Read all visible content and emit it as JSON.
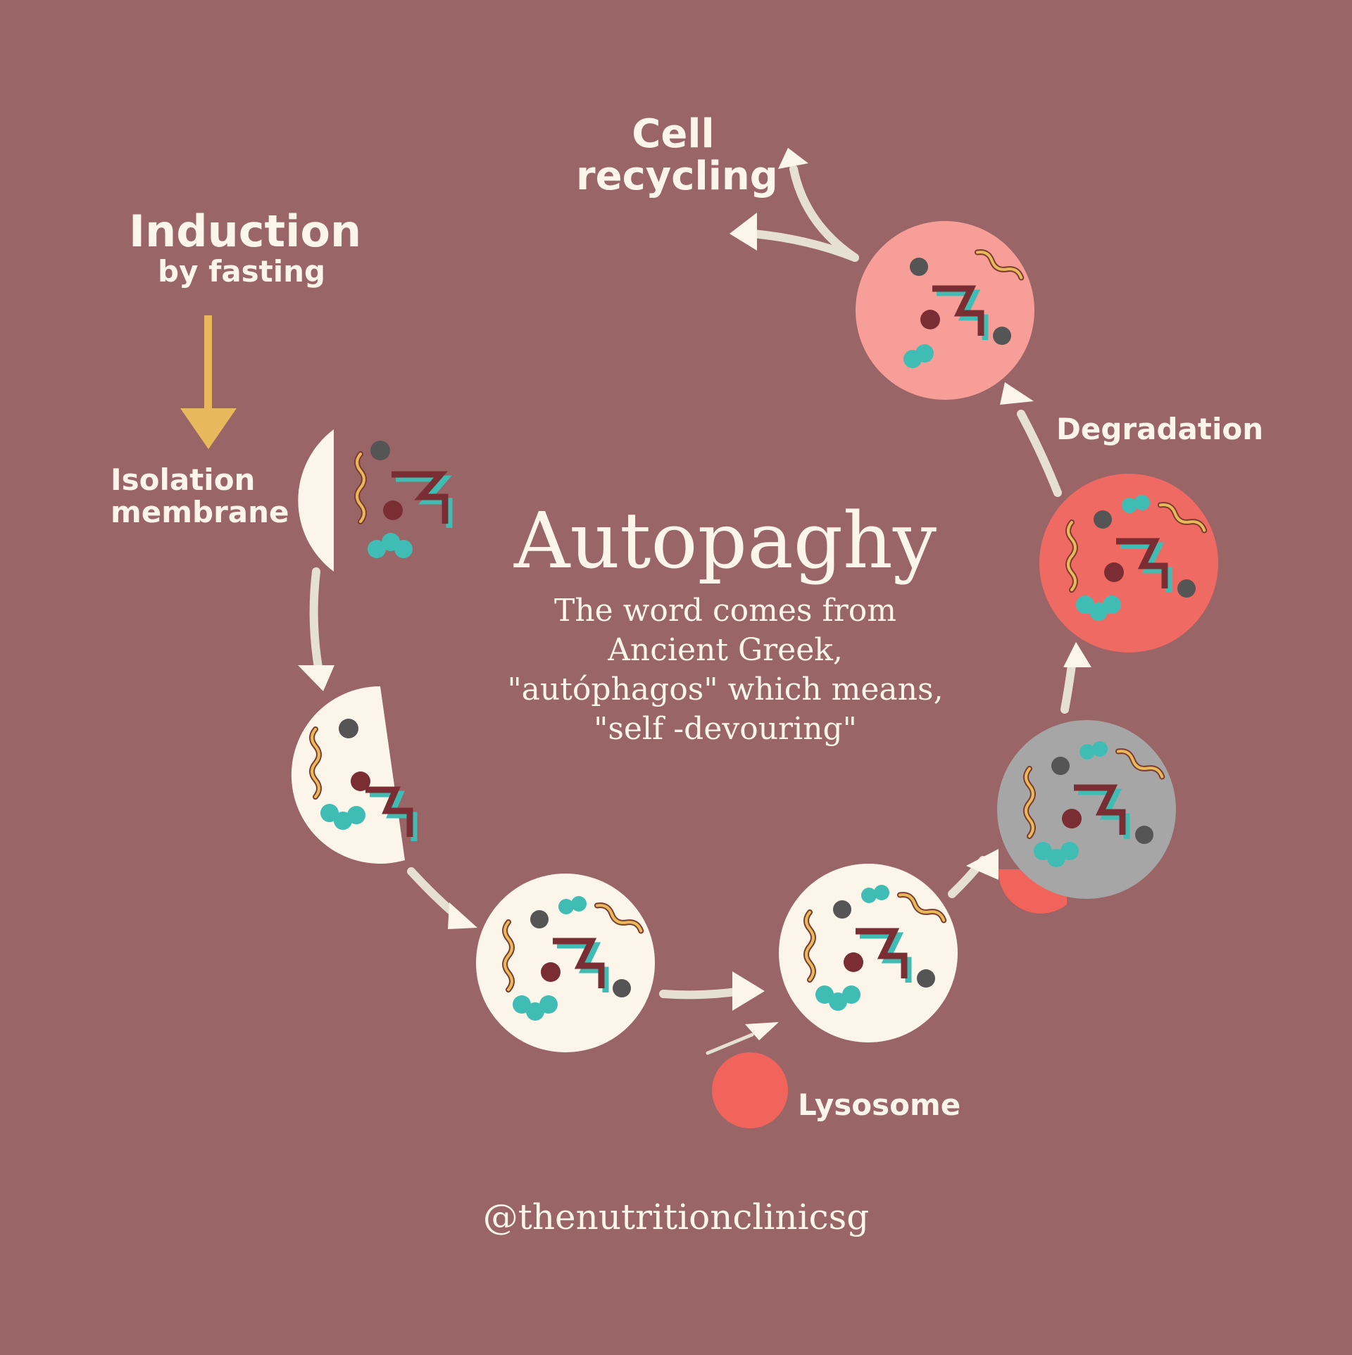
{
  "labels": {
    "cell_recycling_line1": "Cell",
    "cell_recycling_line2": "recycling",
    "induction": "Induction",
    "by_fasting": "by fasting",
    "isolation_line1": "Isolation",
    "isolation_line2": "membrane",
    "degradation": "Degradation",
    "lysosome": "Lysosome"
  },
  "center": {
    "title": "Autopaghy",
    "desc_line1": "The word comes from",
    "desc_line2": "Ancient Greek,",
    "desc_line3": "\"autóphagos\" which means,",
    "desc_line4": "\"self -devouring\""
  },
  "footer": {
    "handle": "@thenutritionclinicsg"
  },
  "colors": {
    "background": "#996566",
    "cream": "#fbf5ea",
    "arrow": "#e6e0d2",
    "induction_arrow": "#e8b85c",
    "lysosome": "#f0645c",
    "degrading_vesicle": "#f06a64",
    "recycling_vesicle": "#f89e98",
    "fusing_vesicle": "#a6a6a6",
    "teal": "#3fbdb4",
    "maroon": "#7a2e33",
    "dark_dot": "#555555",
    "squiggle": "#e8b85c"
  }
}
